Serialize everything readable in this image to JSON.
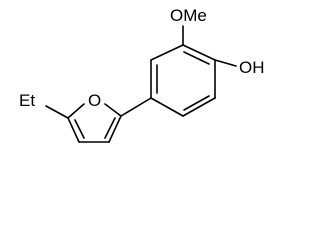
{
  "structure": {
    "labels": {
      "methoxy": "OMe",
      "hydroxyl": "OH",
      "furan_oxygen": "O",
      "ethyl": "Et"
    },
    "colors": {
      "line": "#000000",
      "background": "#ffffff"
    }
  }
}
